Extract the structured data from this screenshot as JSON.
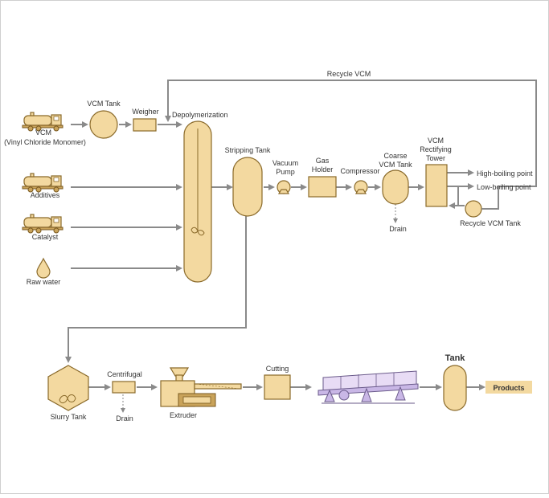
{
  "labels": {
    "recycle_vcm": "Recycle VCM",
    "vcm_tank": "VCM Tank",
    "weigher": "Weigher",
    "depolymerization": "Depolymerization",
    "vcm": "VCM",
    "vcm_full": "(Vinyl Chloride Monomer)",
    "additives": "Additives",
    "catalyst": "Catalyst",
    "raw_water": "Raw water",
    "stripping_tank": "Stripping Tank",
    "vacuum_pump_1": "Vacuum",
    "vacuum_pump_2": "Pump",
    "gas_holder_1": "Gas",
    "gas_holder_2": "Holder",
    "compressor": "Compressor",
    "coarse_vcm_tank_1": "Coarse",
    "coarse_vcm_tank_2": "VCM Tank",
    "drain_1": "Drain",
    "rectifying_1": "VCM",
    "rectifying_2": "Rectifying",
    "rectifying_3": "Tower",
    "high_boiling": "High-boiling point",
    "low_boiling": "Low-boiling point",
    "recycle_vcm_tank": "Recycle VCM Tank",
    "slurry_tank": "Slurry Tank",
    "centrifugal": "Centrifugal",
    "drain_2": "Drain",
    "extruder": "Extruder",
    "cutting": "Cutting",
    "tank": "Tank",
    "products": "Products"
  },
  "icons": {
    "truck": "tanker-truck-icon",
    "drop": "water-drop-icon"
  },
  "colors": {
    "fill": "#f3d9a0",
    "stroke": "#8a6a2a",
    "line": "#8a8a8a"
  }
}
